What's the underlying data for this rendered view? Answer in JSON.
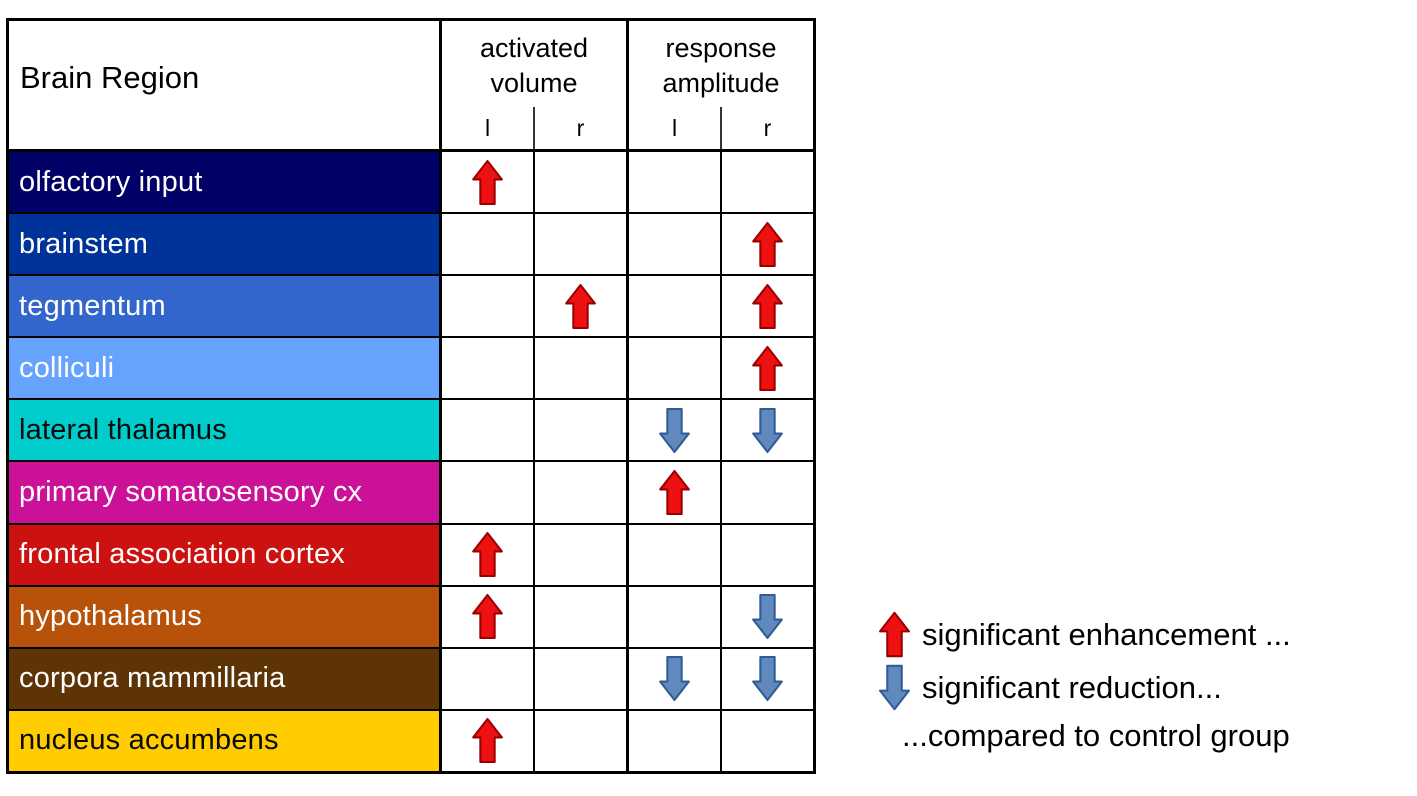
{
  "chart_data": {
    "type": "table",
    "row_header_label": "Brain Region",
    "column_groups": [
      {
        "label": "activated volume",
        "line1": "activated",
        "line2": "volume",
        "subcolumns": [
          "l",
          "r"
        ]
      },
      {
        "label": "response amplitude",
        "line1": "response",
        "line2": "amplitude",
        "subcolumns": [
          "l",
          "r"
        ]
      }
    ],
    "columns": [
      "activated volume l",
      "activated volume r",
      "response amplitude l",
      "response amplitude r"
    ],
    "rows": [
      {
        "region": "olfactory input",
        "bg": "#000066",
        "text": "#FFFFFF",
        "values": [
          "up",
          "",
          "",
          ""
        ]
      },
      {
        "region": "brainstem",
        "bg": "#003399",
        "text": "#FFFFFF",
        "values": [
          "",
          "",
          "",
          "up"
        ]
      },
      {
        "region": "tegmentum",
        "bg": "#3366CC",
        "text": "#FFFFFF",
        "values": [
          "",
          "up",
          "",
          "up"
        ]
      },
      {
        "region": "colliculi",
        "bg": "#66A3FF",
        "text": "#FFFFFF",
        "values": [
          "",
          "",
          "",
          "up"
        ]
      },
      {
        "region": "lateral thalamus",
        "bg": "#00CCCC",
        "text": "#0A0A0A",
        "values": [
          "",
          "",
          "down",
          "down"
        ]
      },
      {
        "region": "primary somatosensory cx",
        "bg": "#CC1199",
        "text": "#FFFFFF",
        "values": [
          "",
          "",
          "up",
          ""
        ]
      },
      {
        "region": "frontal association cortex",
        "bg": "#CC1111",
        "text": "#FFFFFF",
        "values": [
          "up",
          "",
          "",
          ""
        ]
      },
      {
        "region": "hypothalamus",
        "bg": "#B85109",
        "text": "#FFFFFF",
        "values": [
          "up",
          "",
          "",
          "down"
        ]
      },
      {
        "region": "corpora mammillaria",
        "bg": "#5E3305",
        "text": "#FFFFFF",
        "values": [
          "",
          "",
          "down",
          "down"
        ]
      },
      {
        "region": "nucleus accumbens",
        "bg": "#FFCC00",
        "text": "#0A0A0A",
        "values": [
          "up",
          "",
          "",
          ""
        ]
      }
    ]
  },
  "legend": {
    "enhancement_label": "significant enhancement ...",
    "reduction_label": "significant reduction...",
    "footer": "...compared to control group"
  },
  "colors": {
    "up_arrow_fill": "#EE1111",
    "up_arrow_stroke": "#9A0000",
    "down_arrow_fill": "#6089BD",
    "down_arrow_stroke": "#2F5C94",
    "grid_line": "#000000"
  }
}
